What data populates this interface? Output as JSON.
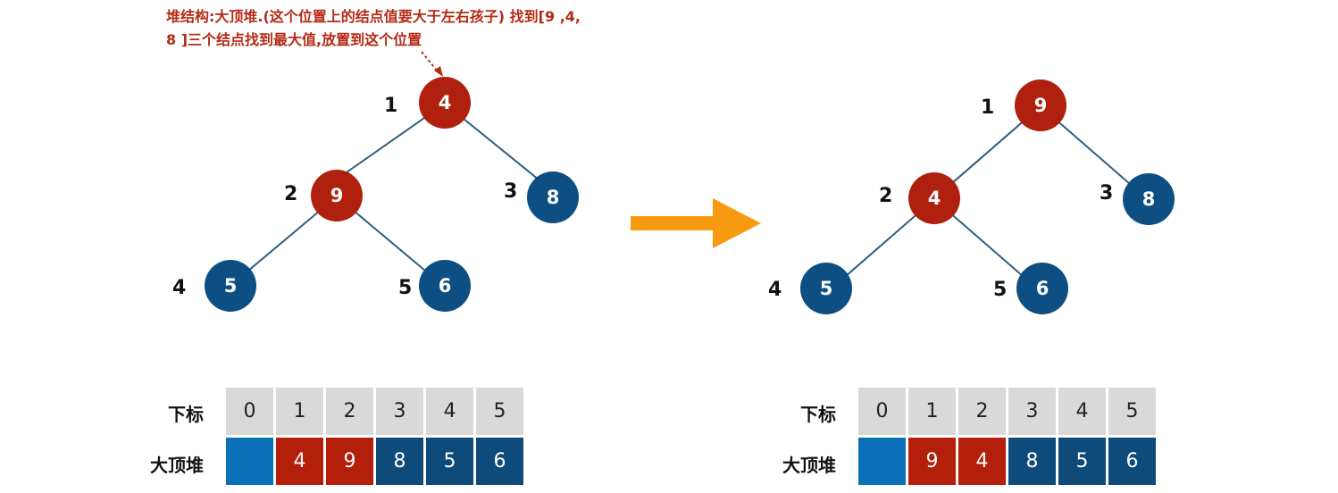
{
  "annotation": {
    "line1": "堆结构:大顶堆.(这个位置上的结点值要大于左右孩子) 找到[9 ,4,",
    "line2": "8 ]三个结点找到最大值,放置到这个位置"
  },
  "before": {
    "nodes": [
      {
        "index": "1",
        "value": "4",
        "color": "#b0200f"
      },
      {
        "index": "2",
        "value": "9",
        "color": "#b0200f"
      },
      {
        "index": "3",
        "value": "8",
        "color": "#0d4f82"
      },
      {
        "index": "4",
        "value": "5",
        "color": "#0d4f82"
      },
      {
        "index": "5",
        "value": "6",
        "color": "#0d4f82"
      }
    ],
    "table": {
      "head_label": "下标",
      "value_label": "大顶堆",
      "indices": [
        "0",
        "1",
        "2",
        "3",
        "4",
        "5"
      ],
      "values": [
        "",
        "4",
        "9",
        "8",
        "5",
        "6"
      ]
    }
  },
  "after": {
    "nodes": [
      {
        "index": "1",
        "value": "9",
        "color": "#b0200f"
      },
      {
        "index": "2",
        "value": "4",
        "color": "#b0200f"
      },
      {
        "index": "3",
        "value": "8",
        "color": "#0d4f82"
      },
      {
        "index": "4",
        "value": "5",
        "color": "#0d4f82"
      },
      {
        "index": "5",
        "value": "6",
        "color": "#0d4f82"
      }
    ],
    "table": {
      "head_label": "下标",
      "value_label": "大顶堆",
      "indices": [
        "0",
        "1",
        "2",
        "3",
        "4",
        "5"
      ],
      "values": [
        "",
        "9",
        "4",
        "8",
        "5",
        "6"
      ]
    }
  },
  "colors": {
    "highlight": "#b0200f",
    "normal": "#0d4f82",
    "arrow": "#f79a10",
    "header": "#d9d9d9"
  }
}
